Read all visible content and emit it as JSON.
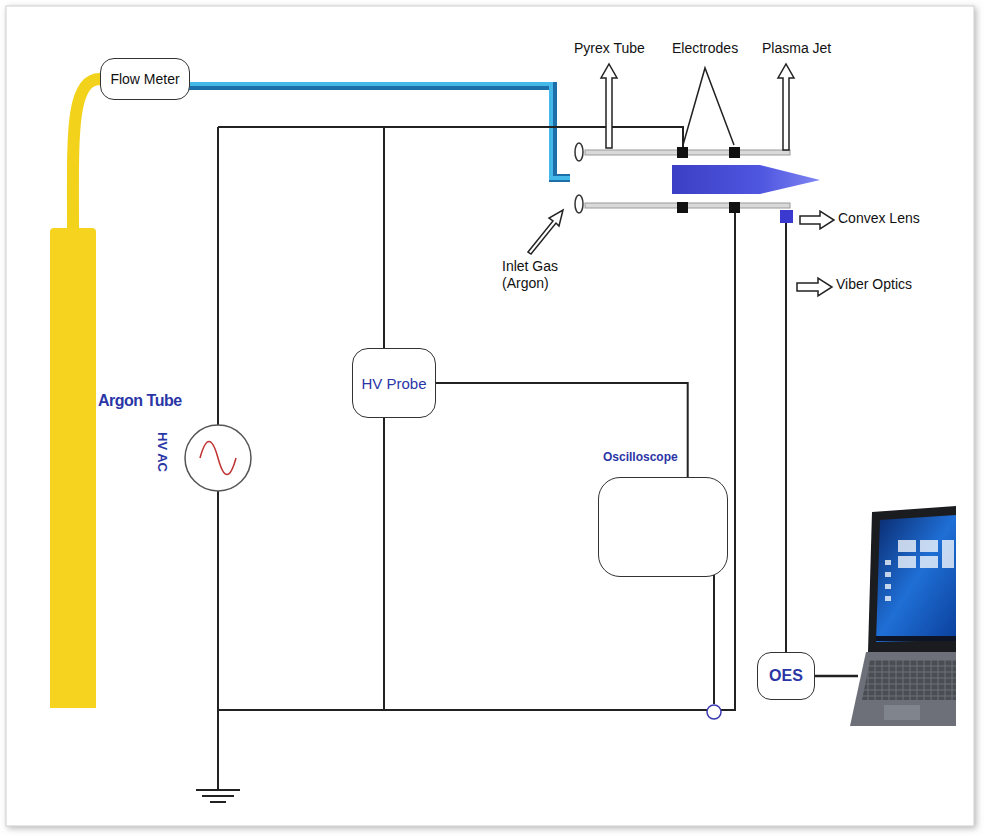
{
  "diagram": {
    "nodes": [
      {
        "text": [
          "Flow Meter"
        ]
      },
      {
        "text": [
          "Argon Tube"
        ]
      },
      {
        "text": [
          "HV Probe"
        ]
      },
      {
        "text": [
          "Oscilloscope"
        ]
      },
      {
        "text": [
          "OES"
        ]
      }
    ],
    "edges": [
      {
        "from": 1,
        "to": 0,
        "arrow": "none"
      },
      {
        "from": 2,
        "to": 3,
        "arrow": "none"
      }
    ],
    "labels": [
      "Pyrex Tube",
      "Electrodes",
      "Plasma Jet",
      "Inlet Gas (Argon)",
      "Convex Lens",
      "Viber Optics",
      "HV AC"
    ]
  }
}
